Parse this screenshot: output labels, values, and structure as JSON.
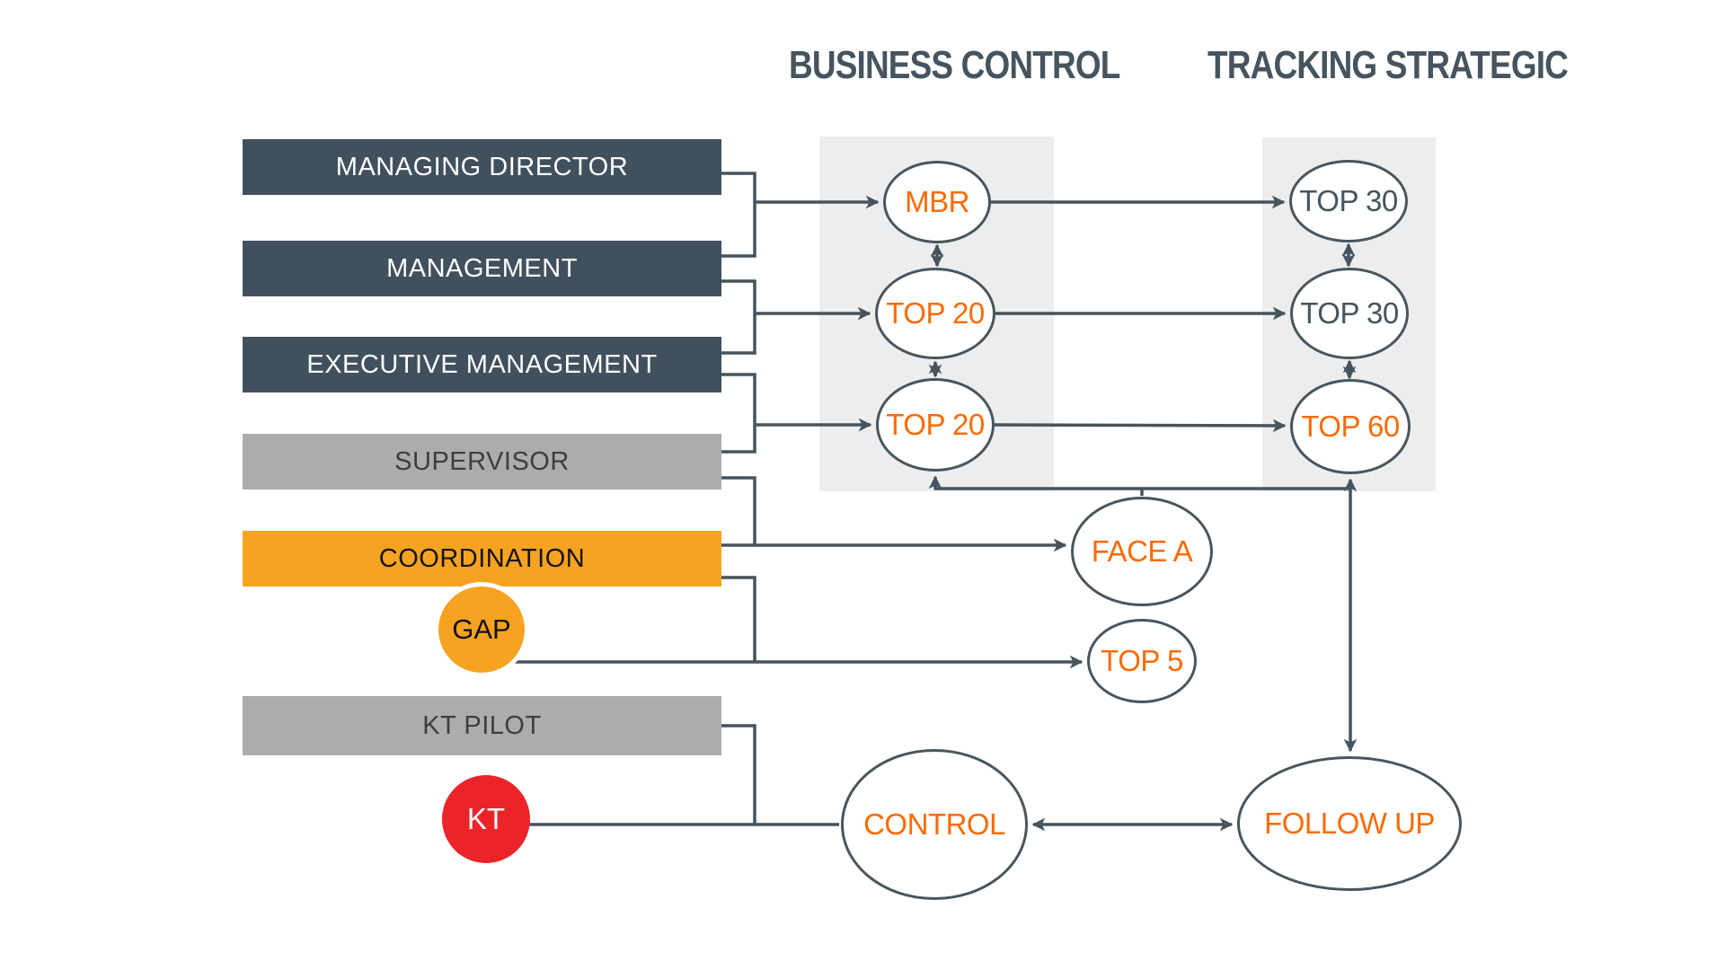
{
  "diagram": {
    "headers": [
      {
        "label": "BUSINESS CONTROL"
      },
      {
        "label": "TRACKING STRATEGIC"
      }
    ],
    "bars": [
      {
        "label": "MANAGING DIRECTOR",
        "variant": "dark"
      },
      {
        "label": "MANAGEMENT",
        "variant": "dark"
      },
      {
        "label": "EXECUTIVE MANAGEMENT",
        "variant": "dark"
      },
      {
        "label": "SUPERVISOR",
        "variant": "gray"
      },
      {
        "label": "COORDINATION",
        "variant": "orange"
      },
      {
        "label": "KT PILOT",
        "variant": "gray"
      }
    ],
    "badges": [
      {
        "label": "GAP",
        "color": "#F7A321"
      },
      {
        "label": "KT",
        "color": "#EA2429"
      }
    ],
    "nodes": [
      {
        "label": "MBR",
        "text_color": "orange"
      },
      {
        "label": "TOP 20",
        "text_color": "orange"
      },
      {
        "label": "TOP 20",
        "text_color": "orange"
      },
      {
        "label": "TOP 30",
        "text_color": "dark"
      },
      {
        "label": "TOP 30",
        "text_color": "dark"
      },
      {
        "label": "TOP 60",
        "text_color": "orange"
      },
      {
        "label": "FACE A",
        "text_color": "orange"
      },
      {
        "label": "TOP 5",
        "text_color": "orange"
      },
      {
        "label": "CONTROL",
        "text_color": "orange"
      },
      {
        "label": "FOLLOW UP",
        "text_color": "orange"
      }
    ],
    "colors": {
      "dark_bar": "#41505D",
      "gray_bar": "#ACACAC",
      "orange_accent": "#F7A321",
      "red_accent": "#EA2429",
      "line": "#45545E",
      "node_text_orange": "#F96B05",
      "node_text_dark": "#45545E",
      "column_bg": "#EDEDEE"
    }
  }
}
